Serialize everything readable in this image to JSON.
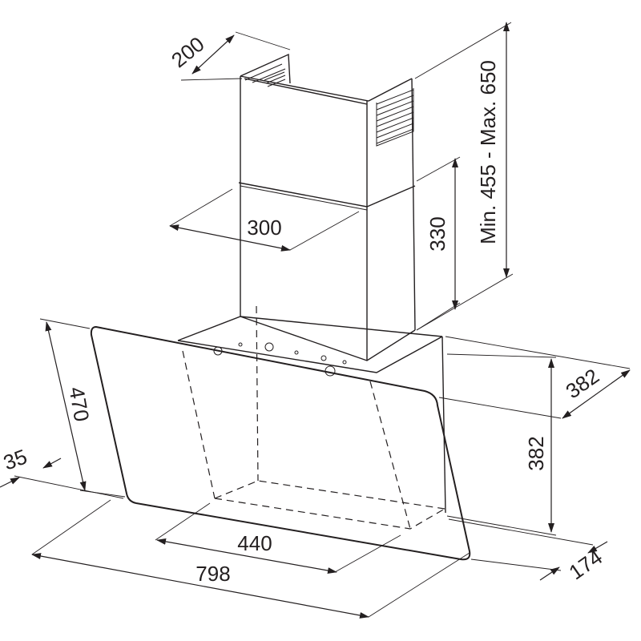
{
  "diagram": {
    "line_color": "#231f20",
    "background": "#ffffff",
    "dimensions": {
      "chimney_depth": "200",
      "chimney_width": "300",
      "lower_chimney_height": "330",
      "total_chimney_height": "Min. 455 - Max. 650",
      "hood_depth_top": "382",
      "hood_height_rear": "382",
      "glass_height": "470",
      "glass_offset": "35",
      "hood_width": "798",
      "inner_width": "440",
      "bottom_depth": "174"
    }
  }
}
